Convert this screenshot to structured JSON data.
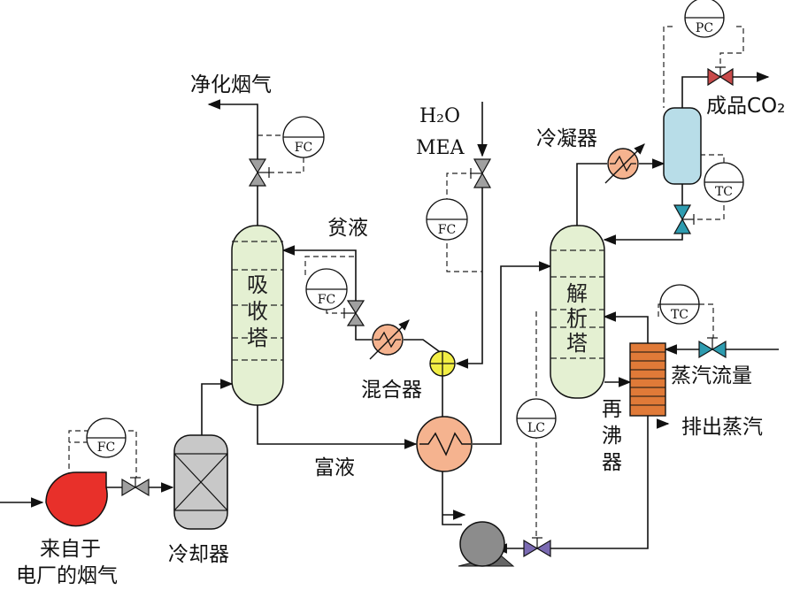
{
  "labels": {
    "flue_clean": "净化烟气",
    "lean_liquid": "贫液",
    "absorber": [
      "吸",
      "收",
      "塔"
    ],
    "water": "H₂O",
    "mea": "MEA",
    "mixer": "混合器",
    "rich_liquid": "富液",
    "condenser": "冷凝器",
    "product": "成品CO₂",
    "stripper": [
      "解",
      "析",
      "塔"
    ],
    "reboiler": [
      "再",
      "沸",
      "器"
    ],
    "steam_flow": "蒸汽流量",
    "steam_out": "排出蒸汽",
    "cooler": "冷却器",
    "flue_source_1": "来自于",
    "flue_source_2": "电厂的烟气"
  },
  "instruments": {
    "fc_blower": "FC",
    "fc_clean": "FC",
    "fc_lean": "FC",
    "fc_mea": "FC",
    "pc": "PC",
    "tc_drum": "TC",
    "tc_reboiler": "TC",
    "lc": "LC"
  },
  "colors": {
    "blower": "#e8302a",
    "cooler": "#c8c8c8",
    "tower": "#e4f0d2",
    "heat_exchanger": "#f5b38f",
    "mixer": "#f2ee44",
    "drum": "#b8dde8",
    "reboiler": "#e07a38",
    "pump": "#8c8c8c",
    "valve_gray": "#a0a0a0",
    "valve_teal": "#2e9cb0",
    "valve_red": "#c84a4a",
    "valve_purple": "#7a6ab2"
  }
}
